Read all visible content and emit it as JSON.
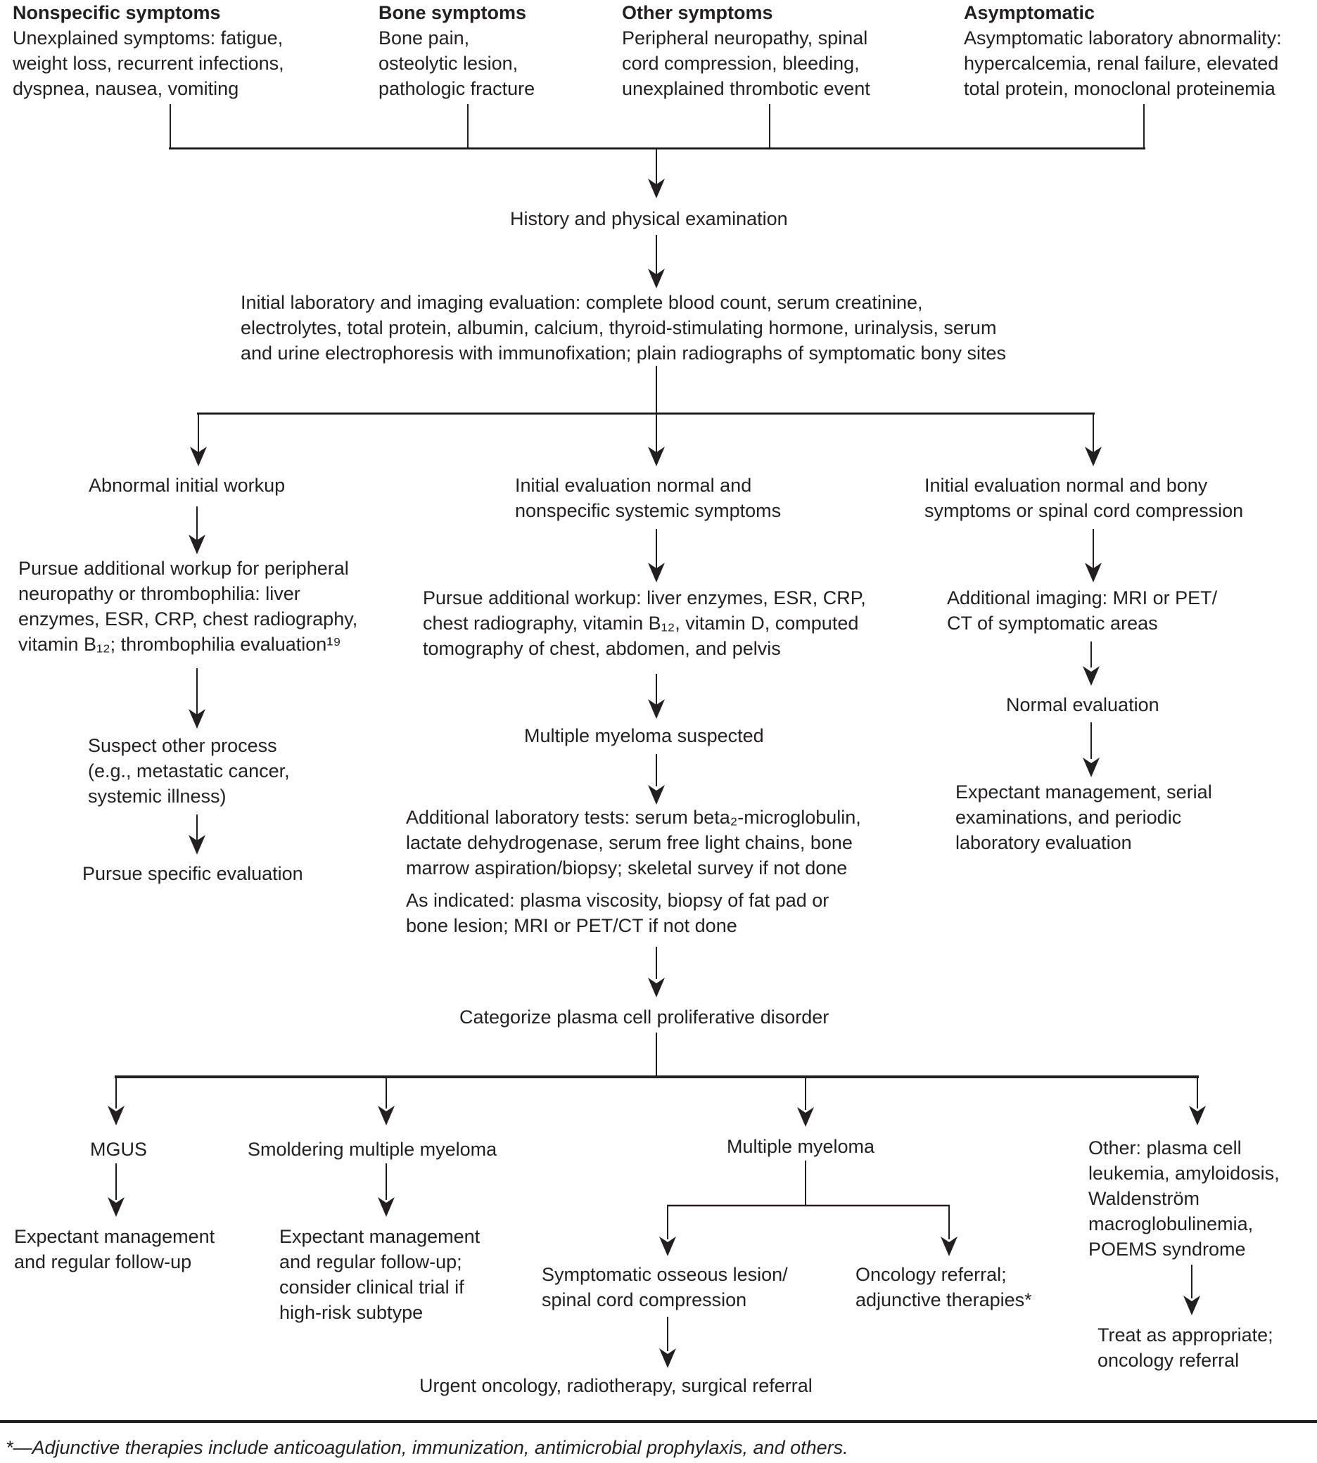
{
  "top_columns": [
    {
      "title": "Nonspecific symptoms",
      "lines": [
        "Unexplained symptoms: fatigue,",
        "weight loss, recurrent infections,",
        "dyspnea, nausea, vomiting"
      ]
    },
    {
      "title": "Bone symptoms",
      "lines": [
        "Bone pain,",
        "osteolytic lesion,",
        "pathologic fracture"
      ]
    },
    {
      "title": "Other symptoms",
      "lines": [
        "Peripheral neuropathy, spinal",
        "cord compression, bleeding,",
        "unexplained thrombotic event"
      ]
    },
    {
      "title": "Asymptomatic",
      "lines": [
        "Asymptomatic laboratory abnormality:",
        "hypercalcemia, renal failure, elevated",
        "total protein, monoclonal proteinemia"
      ]
    }
  ],
  "history_label": "History and physical examination",
  "initial_eval": {
    "lines": [
      "Initial laboratory and imaging evaluation: complete blood count, serum creatinine,",
      "electrolytes, total protein, albumin, calcium, thyroid-stimulating hormone, urinalysis, serum",
      "and urine electrophoresis with immunofixation; plain radiographs of symptomatic bony sites"
    ]
  },
  "branches": {
    "left": {
      "label": "Abnormal initial workup",
      "workup": {
        "lines": [
          "Pursue additional workup for peripheral",
          "neuropathy or thrombophilia: liver",
          "enzymes, ESR, CRP, chest radiography,",
          "vitamin B₁₂; thrombophilia evaluation¹⁹"
        ]
      },
      "suspect": {
        "lines": [
          "Suspect other process",
          "(e.g., metastatic cancer,",
          "systemic illness)"
        ]
      },
      "pursue": "Pursue specific evaluation"
    },
    "center": {
      "label": {
        "lines": [
          "Initial evaluation normal and",
          "nonspecific systemic symptoms"
        ]
      },
      "workup": {
        "lines": [
          "Pursue additional workup: liver enzymes, ESR, CRP,",
          "chest radiography, vitamin B₁₂, vitamin D, computed",
          "tomography of chest, abdomen, and pelvis"
        ]
      },
      "suspected": "Multiple myeloma suspected",
      "tests": {
        "lines": [
          "Additional laboratory tests: serum beta₂-microglobulin,",
          "lactate dehydrogenase, serum free light chains, bone",
          "marrow aspiration/biopsy; skeletal survey if not done"
        ]
      },
      "as_indicated": {
        "lines": [
          "As indicated: plasma viscosity, biopsy of fat pad or",
          "bone lesion; MRI or PET/CT if not done"
        ]
      },
      "categorize": "Categorize plasma cell proliferative disorder"
    },
    "right": {
      "label": {
        "lines": [
          "Initial evaluation normal and bony",
          "symptoms or spinal cord compression"
        ]
      },
      "imaging": {
        "lines": [
          "Additional imaging: MRI or PET/",
          "CT of symptomatic areas"
        ]
      },
      "normal": "Normal evaluation",
      "expectant": {
        "lines": [
          "Expectant management, serial",
          "examinations, and periodic",
          "laboratory evaluation"
        ]
      }
    }
  },
  "outcomes": {
    "mgus": {
      "label": "MGUS",
      "mgmt": {
        "lines": [
          "Expectant management",
          "and regular follow-up"
        ]
      }
    },
    "smoldering": {
      "label": "Smoldering multiple myeloma",
      "mgmt": {
        "lines": [
          "Expectant management",
          "and regular follow-up;",
          "consider clinical trial if",
          "high-risk subtype"
        ]
      }
    },
    "myeloma": {
      "label": "Multiple myeloma",
      "osseous": {
        "lines": [
          "Symptomatic osseous lesion/",
          "spinal cord compression"
        ]
      },
      "oncology": {
        "lines": [
          "Oncology referral;",
          "adjunctive therapies*"
        ]
      },
      "urgent": "Urgent oncology, radiotherapy, surgical referral"
    },
    "other": {
      "block": {
        "lines": [
          "Other: plasma cell",
          "leukemia, amyloidosis,",
          "Waldenström",
          "macroglobulinemia,",
          "POEMS syndrome"
        ]
      },
      "treat": {
        "lines": [
          "Treat as appropriate;",
          "oncology referral"
        ]
      }
    }
  },
  "footnote": "*—Adjunctive therapies include anticoagulation, immunization, antimicrobial prophylaxis, and others."
}
